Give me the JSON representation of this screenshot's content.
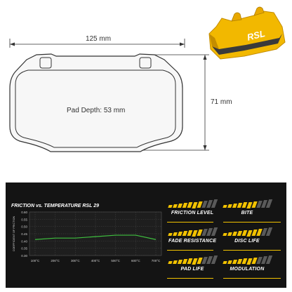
{
  "dimensions": {
    "width": "125 mm",
    "height": "71 mm",
    "pad_depth": "Pad Depth: 53 mm"
  },
  "product": {
    "brand_mark": "RSL",
    "pad_color": "#f2b800"
  },
  "chart_data": {
    "type": "line",
    "title": "FRICTION vs. TEMPERATURE RSL 29",
    "xlabel": "",
    "ylabel": "COEFFICIENT OF FRICTION",
    "x": [
      "100°C",
      "200°C",
      "300°C",
      "400°C",
      "500°C",
      "600°C",
      "700°C"
    ],
    "y_ticks": [
      "0.60",
      "0.55",
      "0.50",
      "0.45",
      "0.40",
      "0.35",
      "0.30"
    ],
    "ylim": [
      0.3,
      0.6
    ],
    "grid": true,
    "series": [
      {
        "values": [
          0.41,
          0.42,
          0.42,
          0.43,
          0.44,
          0.44,
          0.41
        ],
        "color": "#3fbf3f"
      }
    ]
  },
  "performance": [
    {
      "label": "FRICTION LEVEL",
      "filled": 7,
      "total": 10
    },
    {
      "label": "BITE",
      "filled": 7,
      "total": 10
    },
    {
      "label": "FADE RESISTANCE",
      "filled": 7,
      "total": 10
    },
    {
      "label": "DISC LIFE",
      "filled": 8,
      "total": 10
    },
    {
      "label": "PAD LIFE",
      "filled": 7,
      "total": 10
    },
    {
      "label": "MODULATION",
      "filled": 7,
      "total": 10
    }
  ],
  "colors": {
    "accent": "#f2c200",
    "bar_off": "#5a5a5a",
    "panel_bg": "#141414",
    "outline": "#333333",
    "pad_fill": "#f7f7f7"
  }
}
